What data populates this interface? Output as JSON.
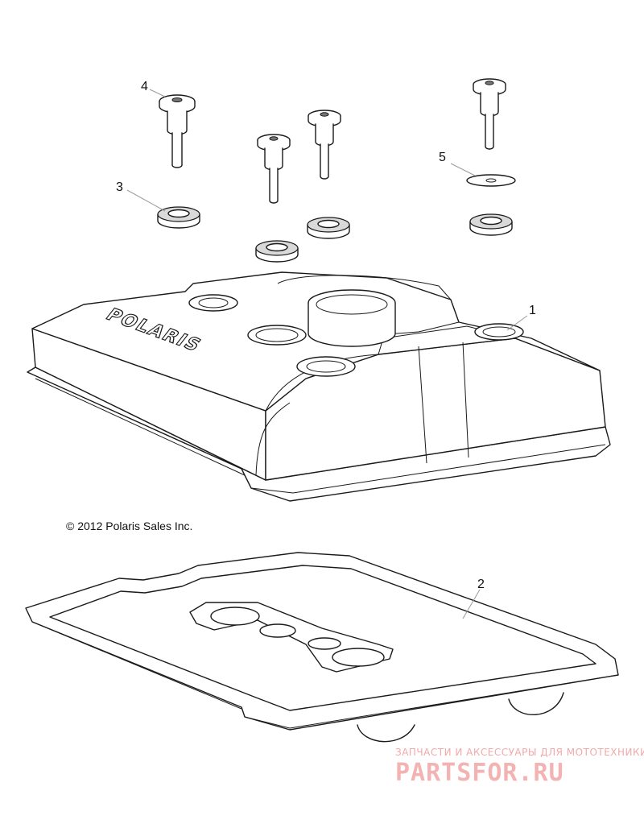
{
  "diagram": {
    "callouts": [
      "4",
      "5",
      "3",
      "1",
      "2"
    ],
    "copyright": "© 2012 Polaris Sales Inc.",
    "logo_text": "POLARIS",
    "watermark_caption": "ЗАПЧАСТИ И АКСЕССУАРЫ ДЛЯ МОТОТЕХНИКИ",
    "watermark_brand": "PARTSFOR.RU"
  }
}
